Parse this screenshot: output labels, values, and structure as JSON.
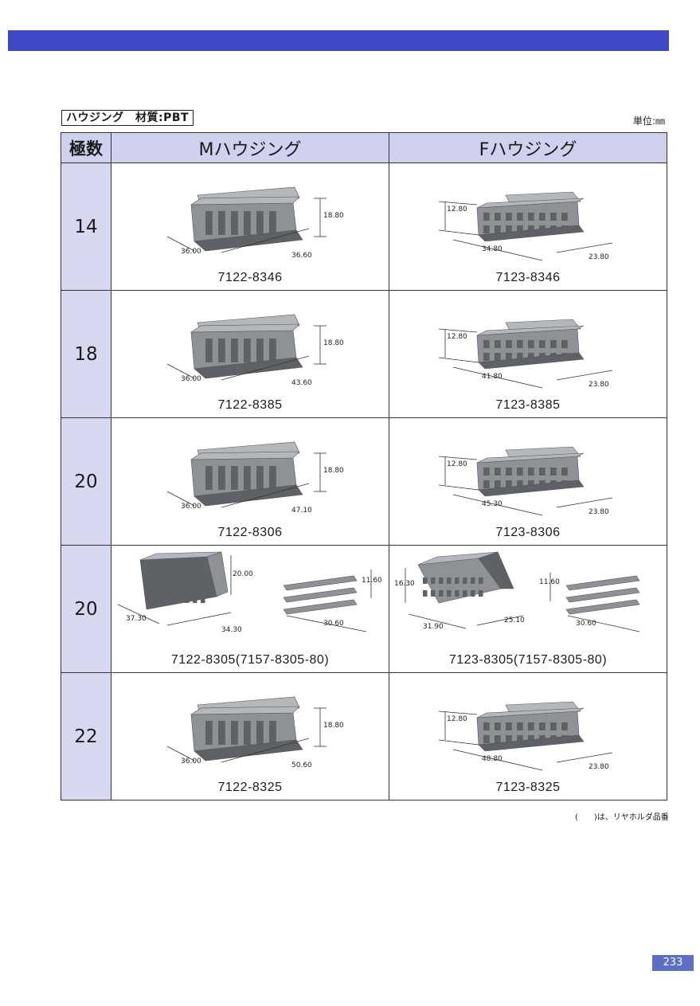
{
  "header": {
    "material_label": "ハウジング　材質:PBT",
    "unit": "単位:㎜"
  },
  "table": {
    "col_poles": "極数",
    "col_m": "Mハウジング",
    "col_f": "Fハウジング",
    "rows": [
      {
        "poles": "14",
        "m": {
          "part": "7122-8346",
          "dim_w": "36.00",
          "dim_l": "36.60",
          "dim_h": "18.80"
        },
        "f": {
          "part": "7123-8346",
          "dim_h": "12.80",
          "dim_l": "34.80",
          "dim_w": "23.80"
        }
      },
      {
        "poles": "18",
        "m": {
          "part": "7122-8385",
          "dim_w": "36.00",
          "dim_l": "43.60",
          "dim_h": "18.80"
        },
        "f": {
          "part": "7123-8385",
          "dim_h": "12.80",
          "dim_l": "41.80",
          "dim_w": "23.80"
        }
      },
      {
        "poles": "20",
        "m": {
          "part": "7122-8306",
          "dim_w": "36.00",
          "dim_l": "47.10",
          "dim_h": "18.80"
        },
        "f": {
          "part": "7123-8306",
          "dim_h": "12.80",
          "dim_l": "45.30",
          "dim_w": "23.80"
        }
      },
      {
        "poles": "20",
        "m": {
          "part": "7122-8305(7157-8305-80)",
          "dim_w": "37.30",
          "dim_l": "34.30",
          "dim_h": "20.00",
          "r_h": "11.60",
          "r_l": "30.60"
        },
        "f": {
          "part": "7123-8305(7157-8305-80)",
          "dim_h": "16.30",
          "dim_l": "31.90",
          "dim_w": "25.10",
          "r_h": "11.60",
          "r_l": "30.60"
        }
      },
      {
        "poles": "22",
        "m": {
          "part": "7122-8325",
          "dim_w": "36.00",
          "dim_l": "50.60",
          "dim_h": "18.80"
        },
        "f": {
          "part": "7123-8325",
          "dim_h": "12.80",
          "dim_l": "48.80",
          "dim_w": "23.80"
        }
      }
    ]
  },
  "footnote": "(　　)は、リヤホルダ品番",
  "page_number": "233",
  "colors": {
    "header_bar": "#3f49c4",
    "table_header": "#cfd1ee",
    "pole_cell": "#d6d8ef",
    "page_badge": "#5b6fc9",
    "housing_gray": "#8e9196"
  }
}
